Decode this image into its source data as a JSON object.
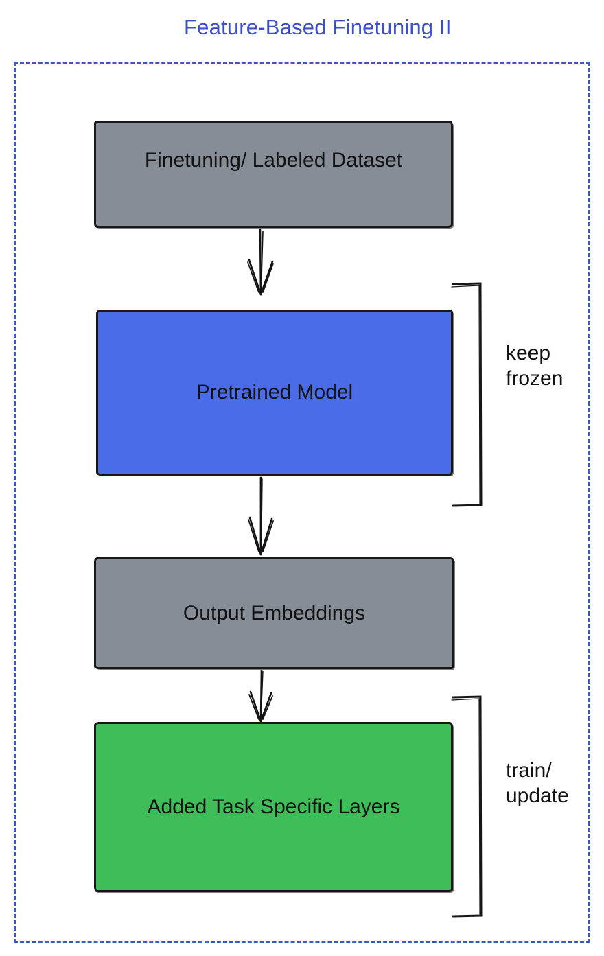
{
  "title": "Feature-Based Finetuning II",
  "colors": {
    "title_blue": "#3b50c8",
    "frame_blue": "#3d56c6",
    "box_gray": "#868d96",
    "box_blue": "#4b6ce9",
    "box_green": "#3ebd58",
    "stroke_black": "#181818",
    "text_black": "#121212"
  },
  "boxes": [
    {
      "id": "finetuning-dataset",
      "label": "Finetuning/ Labeled Dataset",
      "fill": "#868d96"
    },
    {
      "id": "pretrained-model",
      "label": "Pretrained Model",
      "fill": "#4b6ce9"
    },
    {
      "id": "output-embeddings",
      "label": "Output Embeddings",
      "fill": "#868d96"
    },
    {
      "id": "task-layers",
      "label": "Added Task Specific Layers",
      "fill": "#3ebd58"
    }
  ],
  "annotations": [
    {
      "id": "keep-frozen",
      "label": "keep frozen"
    },
    {
      "id": "train-update",
      "label": "train/ update"
    }
  ]
}
